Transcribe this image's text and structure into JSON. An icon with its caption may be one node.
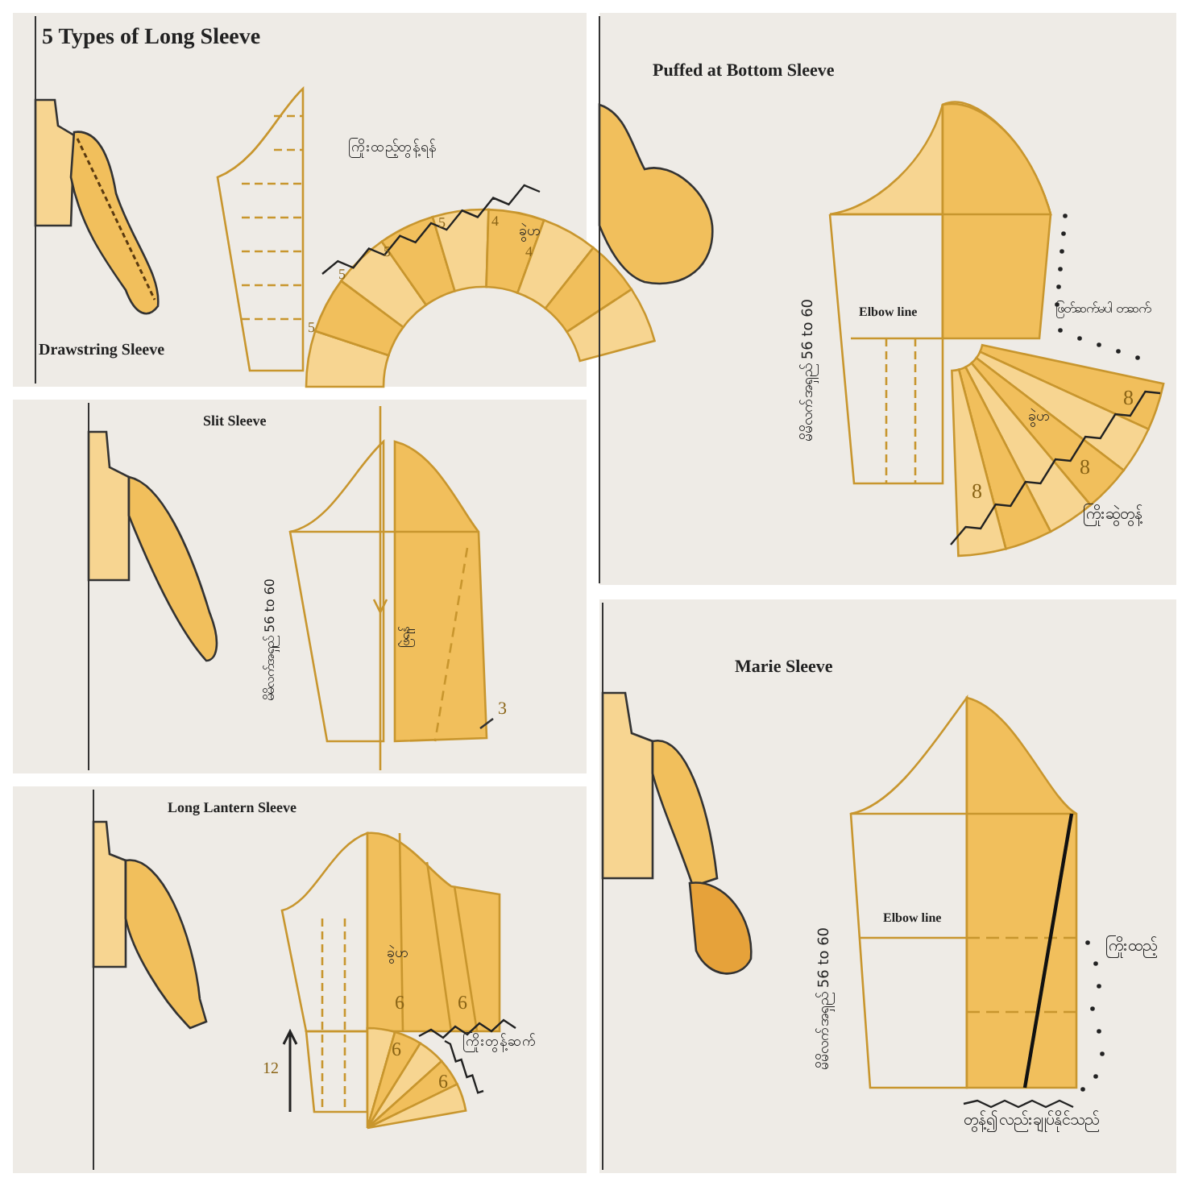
{
  "diagram": {
    "title": "5 Types of Long Sleeve",
    "labels": [
      "ကြိုးထည့်တွန့်ရန်",
      "5",
      "5",
      "5",
      "5",
      "4",
      "4",
      "ခွဲဟ",
      "Drawstring Sleeve",
      "Puffed at Bottom Sleeve",
      "Elbow line",
      "မိမိလက်အရှည် 56 to 60",
      "ဖြတ်ဆက်မပါ တဆက်",
      "ခွဲဟ",
      "8",
      "8",
      "8",
      "ကြိုးဆွဲတွန့်",
      "Slit Sleeve",
      "မိမိလက်အရှည် 56 to 60",
      "ဖြဲရန်",
      "3",
      "Long Lantern Sleeve",
      "ခွဲဟ",
      "6",
      "6",
      "6",
      "6",
      "ကြိုးတွန့်ဆက်",
      "12",
      "Marie Sleeve",
      "Elbow line",
      "မိမိလက်အရှည် 56 to 60",
      "ကြိုးထည့်",
      "တွန့်၍လည်းချုပ်နိုင်သည်"
    ]
  }
}
